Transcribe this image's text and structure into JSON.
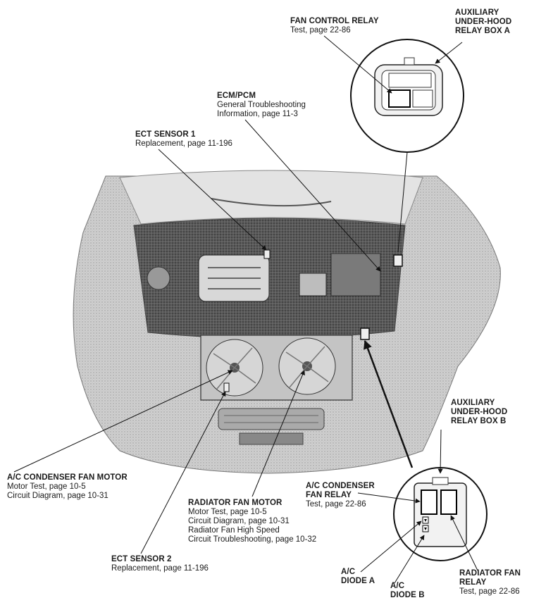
{
  "callouts": {
    "fan_control_relay": {
      "title": "FAN CONTROL RELAY",
      "lines": [
        "Test, page 22-86"
      ]
    },
    "aux_box_a": {
      "title_lines": [
        "AUXILIARY",
        "UNDER-HOOD",
        "RELAY BOX A"
      ]
    },
    "ecm_pcm": {
      "title": "ECM/PCM",
      "lines": [
        "General Troubleshooting",
        "Information, page 11-3"
      ]
    },
    "ect_sensor_1": {
      "title": "ECT SENSOR 1",
      "lines": [
        "Replacement, page 11-196"
      ]
    },
    "aux_box_b": {
      "title_lines": [
        "AUXILIARY",
        "UNDER-HOOD",
        "RELAY BOX B"
      ]
    },
    "ac_condenser_fan_motor": {
      "title": "A/C CONDENSER FAN MOTOR",
      "lines": [
        "Motor Test, page 10-5",
        "Circuit Diagram, page 10-31"
      ]
    },
    "ac_condenser_fan_relay": {
      "title_lines": [
        "A/C CONDENSER",
        "FAN RELAY"
      ],
      "lines": [
        "Test, page 22-86"
      ]
    },
    "radiator_fan_motor": {
      "title": "RADIATOR FAN MOTOR",
      "lines": [
        "Motor Test, page 10-5",
        "Circuit Diagram, page 10-31",
        "Radiator Fan High Speed",
        "Circuit Troubleshooting, page 10-32"
      ]
    },
    "ect_sensor_2": {
      "title": "ECT SENSOR 2",
      "lines": [
        "Replacement, page 11-196"
      ]
    },
    "ac_diode_a": {
      "title_lines": [
        "A/C",
        "DIODE A"
      ]
    },
    "ac_diode_b": {
      "title_lines": [
        "A/C",
        "DIODE B"
      ]
    },
    "radiator_fan_relay": {
      "title_lines": [
        "RADIATOR FAN",
        "RELAY"
      ],
      "lines": [
        "Test, page 22-86"
      ]
    }
  }
}
